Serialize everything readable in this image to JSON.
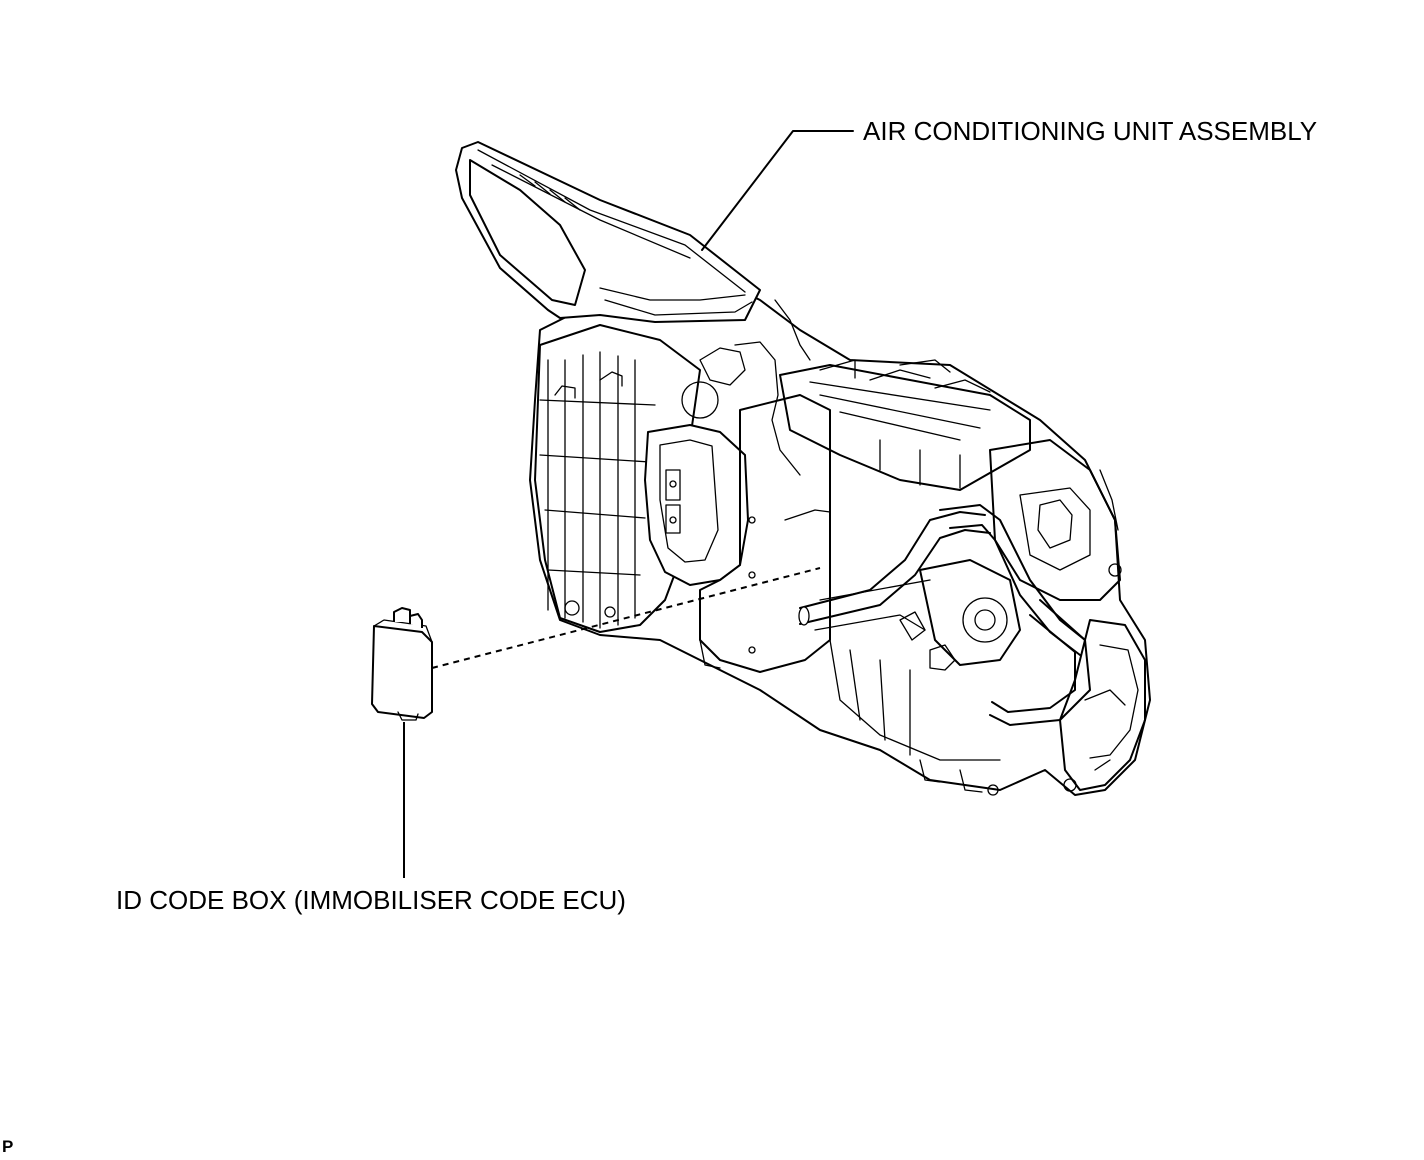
{
  "labels": {
    "air_conditioning_unit": "AIR CONDITIONING UNIT ASSEMBLY",
    "id_code_box": "ID CODE BOX (IMMOBILISER CODE ECU)"
  },
  "corner_mark": "P",
  "colors": {
    "line": "#000000",
    "background": "#ffffff"
  }
}
